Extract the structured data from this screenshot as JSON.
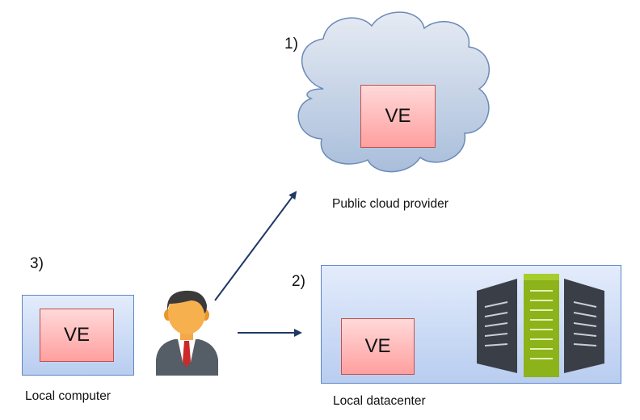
{
  "cloud": {
    "number": "1)",
    "ve_label": "VE",
    "caption": "Public cloud provider"
  },
  "datacenter": {
    "number": "2)",
    "ve_label": "VE",
    "caption": "Local datacenter"
  },
  "computer": {
    "number": "3)",
    "ve_label": "VE",
    "caption": "Local computer"
  },
  "colors": {
    "ve_fill_top": "#ffd9d9",
    "ve_fill_bottom": "#ff9f9f",
    "ve_border": "#c0504d",
    "box_border": "#5b87c7",
    "arrow": "#1f3864",
    "server_dark": "#3a3f47",
    "server_green": "#8cb319"
  },
  "icons": {
    "user": "person-icon",
    "servers": "server-rack-icon",
    "cloud": "cloud-shape"
  }
}
